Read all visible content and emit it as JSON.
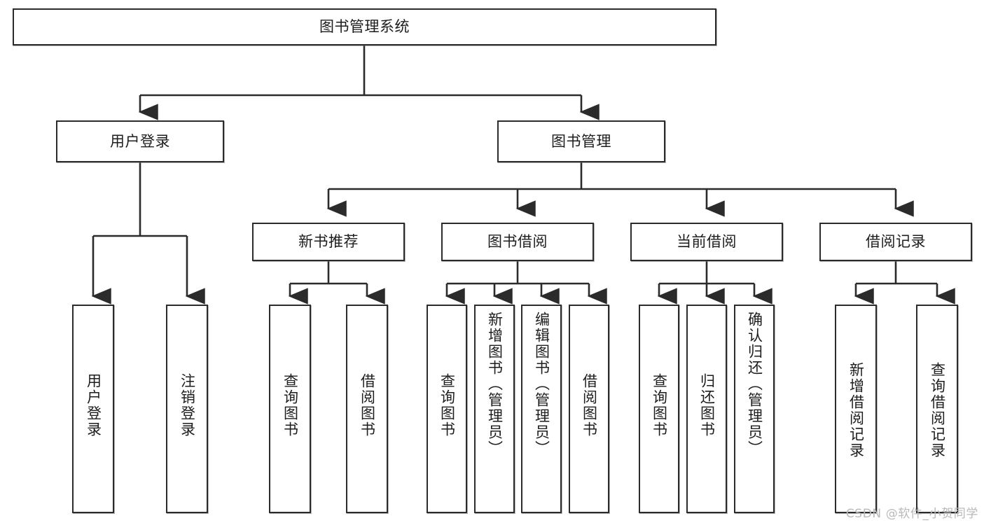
{
  "diagram": {
    "type": "tree",
    "title": "图书管理系统",
    "root": {
      "label": "图书管理系统"
    },
    "level1": [
      {
        "label": "用户登录"
      },
      {
        "label": "图书管理"
      }
    ],
    "level2": [
      {
        "label": "新书推荐"
      },
      {
        "label": "图书借阅"
      },
      {
        "label": "当前借阅"
      },
      {
        "label": "借阅记录"
      }
    ],
    "leaves_user_login": [
      {
        "label": "用户登录"
      },
      {
        "label": "注销登录"
      }
    ],
    "leaves_new_book": [
      {
        "label": "查询图书"
      },
      {
        "label": "借阅图书"
      }
    ],
    "leaves_borrow": [
      {
        "label": "查询图书"
      },
      {
        "label": "新增图书（管理员）"
      },
      {
        "label": "编辑图书（管理员）"
      },
      {
        "label": "借阅图书"
      }
    ],
    "leaves_current": [
      {
        "label": "查询图书"
      },
      {
        "label": "归还图书"
      },
      {
        "label": "确认归还（管理员）"
      }
    ],
    "leaves_record": [
      {
        "label": "新增借阅记录"
      },
      {
        "label": "查询借阅记录"
      }
    ],
    "colors": {
      "border": "#2b2b2b",
      "text": "#1d1d1d",
      "background": "#ffffff",
      "connector": "#2b2b2b",
      "watermark": "#b9b9b9"
    }
  },
  "watermark": {
    "text": "CSDN @软件_小贺同学"
  }
}
